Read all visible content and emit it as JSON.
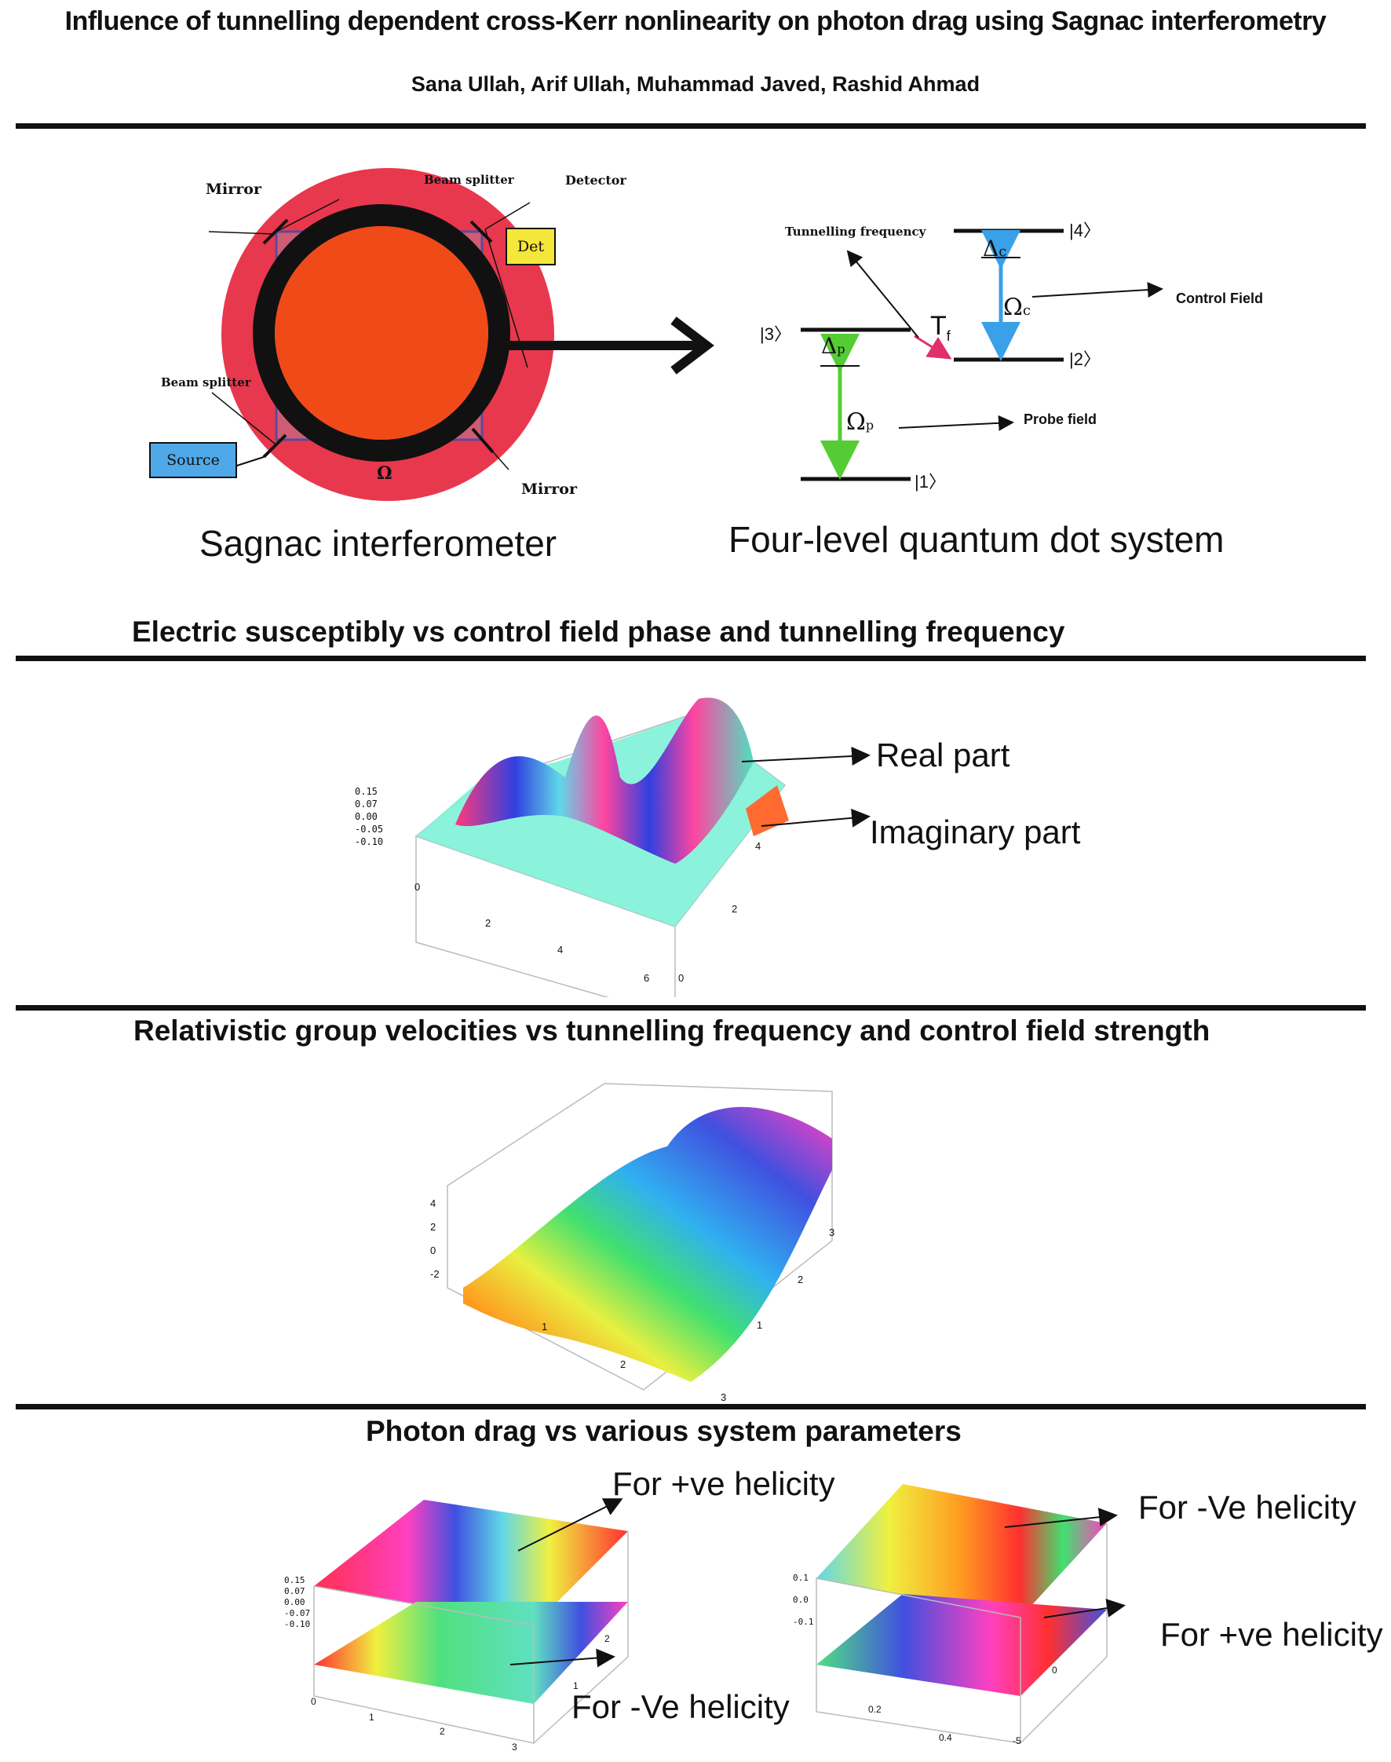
{
  "header": {
    "title": "Influence of tunnelling dependent cross-Kerr nonlinearity on photon drag using Sagnac interferometry",
    "authors": "Sana Ullah, Arif Ullah, Muhammad Javed, Rashid Ahmad"
  },
  "sagnac": {
    "caption": "Sagnac interferometer",
    "labels": {
      "mirror_top": "Mirror",
      "beam_splitter_top": "Beam splitter",
      "detector": "Detector",
      "det_box": "Det",
      "beam_splitter_left": "Beam splitter",
      "source": "Source",
      "mirror_bottom": "Mirror",
      "omega": "Ω"
    },
    "colors": {
      "outer_disk": "#e8384e",
      "ring": "#111111",
      "core": "#f04a18",
      "det_box": "#f5e63a",
      "source_box": "#4fa8e8"
    }
  },
  "quantum_dot": {
    "caption": "Four-level quantum dot system",
    "labels": {
      "tunnelling_frequency": "Tunnelling frequency",
      "tf": "T",
      "tf_sub": "f",
      "control_field": "Control Field",
      "probe_field": "Probe field",
      "delta_c": "Δ",
      "delta_c_sub": "c",
      "omega_c": "Ω",
      "omega_c_sub": "c",
      "delta_p": "Δ",
      "delta_p_sub": "p",
      "omega_p": "Ω",
      "omega_p_sub": "p",
      "level_1": "1",
      "level_2": "2",
      "level_3": "3",
      "level_4": "4"
    },
    "colors": {
      "control_arrow": "#3aa0e8",
      "probe_arrow": "#55cc33",
      "tunnel_arrow": "#e0306a"
    }
  },
  "susceptibility": {
    "title": "Electric susceptibly vs control field phase and tunnelling frequency",
    "real_label": "Real part",
    "imag_label": "Imaginary part",
    "z_ticks": [
      "0.15",
      "0.07",
      "0.00",
      "-0.05",
      "-0.10"
    ],
    "x_ticks": [
      "0",
      "2",
      "4",
      "6"
    ],
    "y_ticks": [
      "2",
      "4",
      "0"
    ]
  },
  "group_velocity": {
    "title": "Relativistic group velocities vs tunnelling frequency and control field strength",
    "z_ticks": [
      "4",
      "2",
      "0",
      "-2"
    ],
    "x_ticks": [
      "1",
      "2",
      "3"
    ],
    "y_ticks": [
      "1",
      "2",
      "3"
    ]
  },
  "photon_drag": {
    "title": "Photon drag vs various system parameters",
    "left": {
      "top_label": "For +ve helicity",
      "bottom_label": "For -Ve helicity",
      "z_ticks": [
        "0.15",
        "0.07",
        "0.00",
        "-0.07",
        "-0.10"
      ],
      "x_ticks": [
        "0",
        "1",
        "2",
        "3"
      ],
      "y_ticks": [
        "1",
        "2"
      ]
    },
    "right": {
      "top_label": "For -Ve helicity",
      "bottom_label": "For +ve helicity",
      "z_ticks": [
        "0.1",
        "0.0",
        "-0.1"
      ],
      "x_ticks": [
        "0.2",
        "0.4"
      ],
      "y_ticks": [
        "0",
        "-5"
      ]
    }
  }
}
